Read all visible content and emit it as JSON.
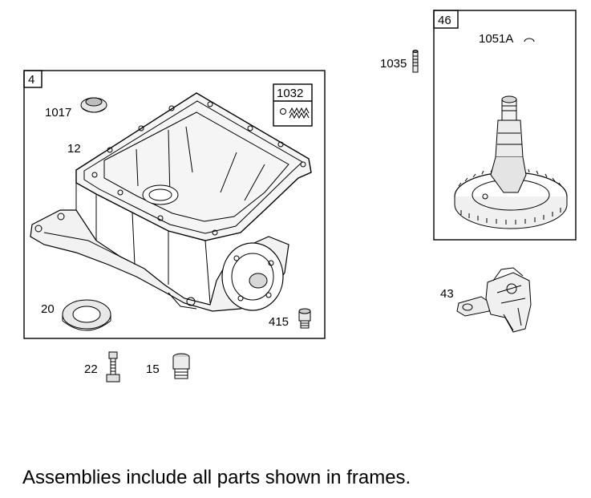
{
  "frames": {
    "main": "4",
    "camshaft": "46",
    "sub": "1032"
  },
  "parts": {
    "p1017": "1017",
    "p12": "12",
    "p20": "20",
    "p415": "415",
    "p22": "22",
    "p15": "15",
    "p1035": "1035",
    "p1051a": "1051A",
    "p43": "43"
  },
  "footer": {
    "note": "Assemblies include all parts shown in frames."
  }
}
